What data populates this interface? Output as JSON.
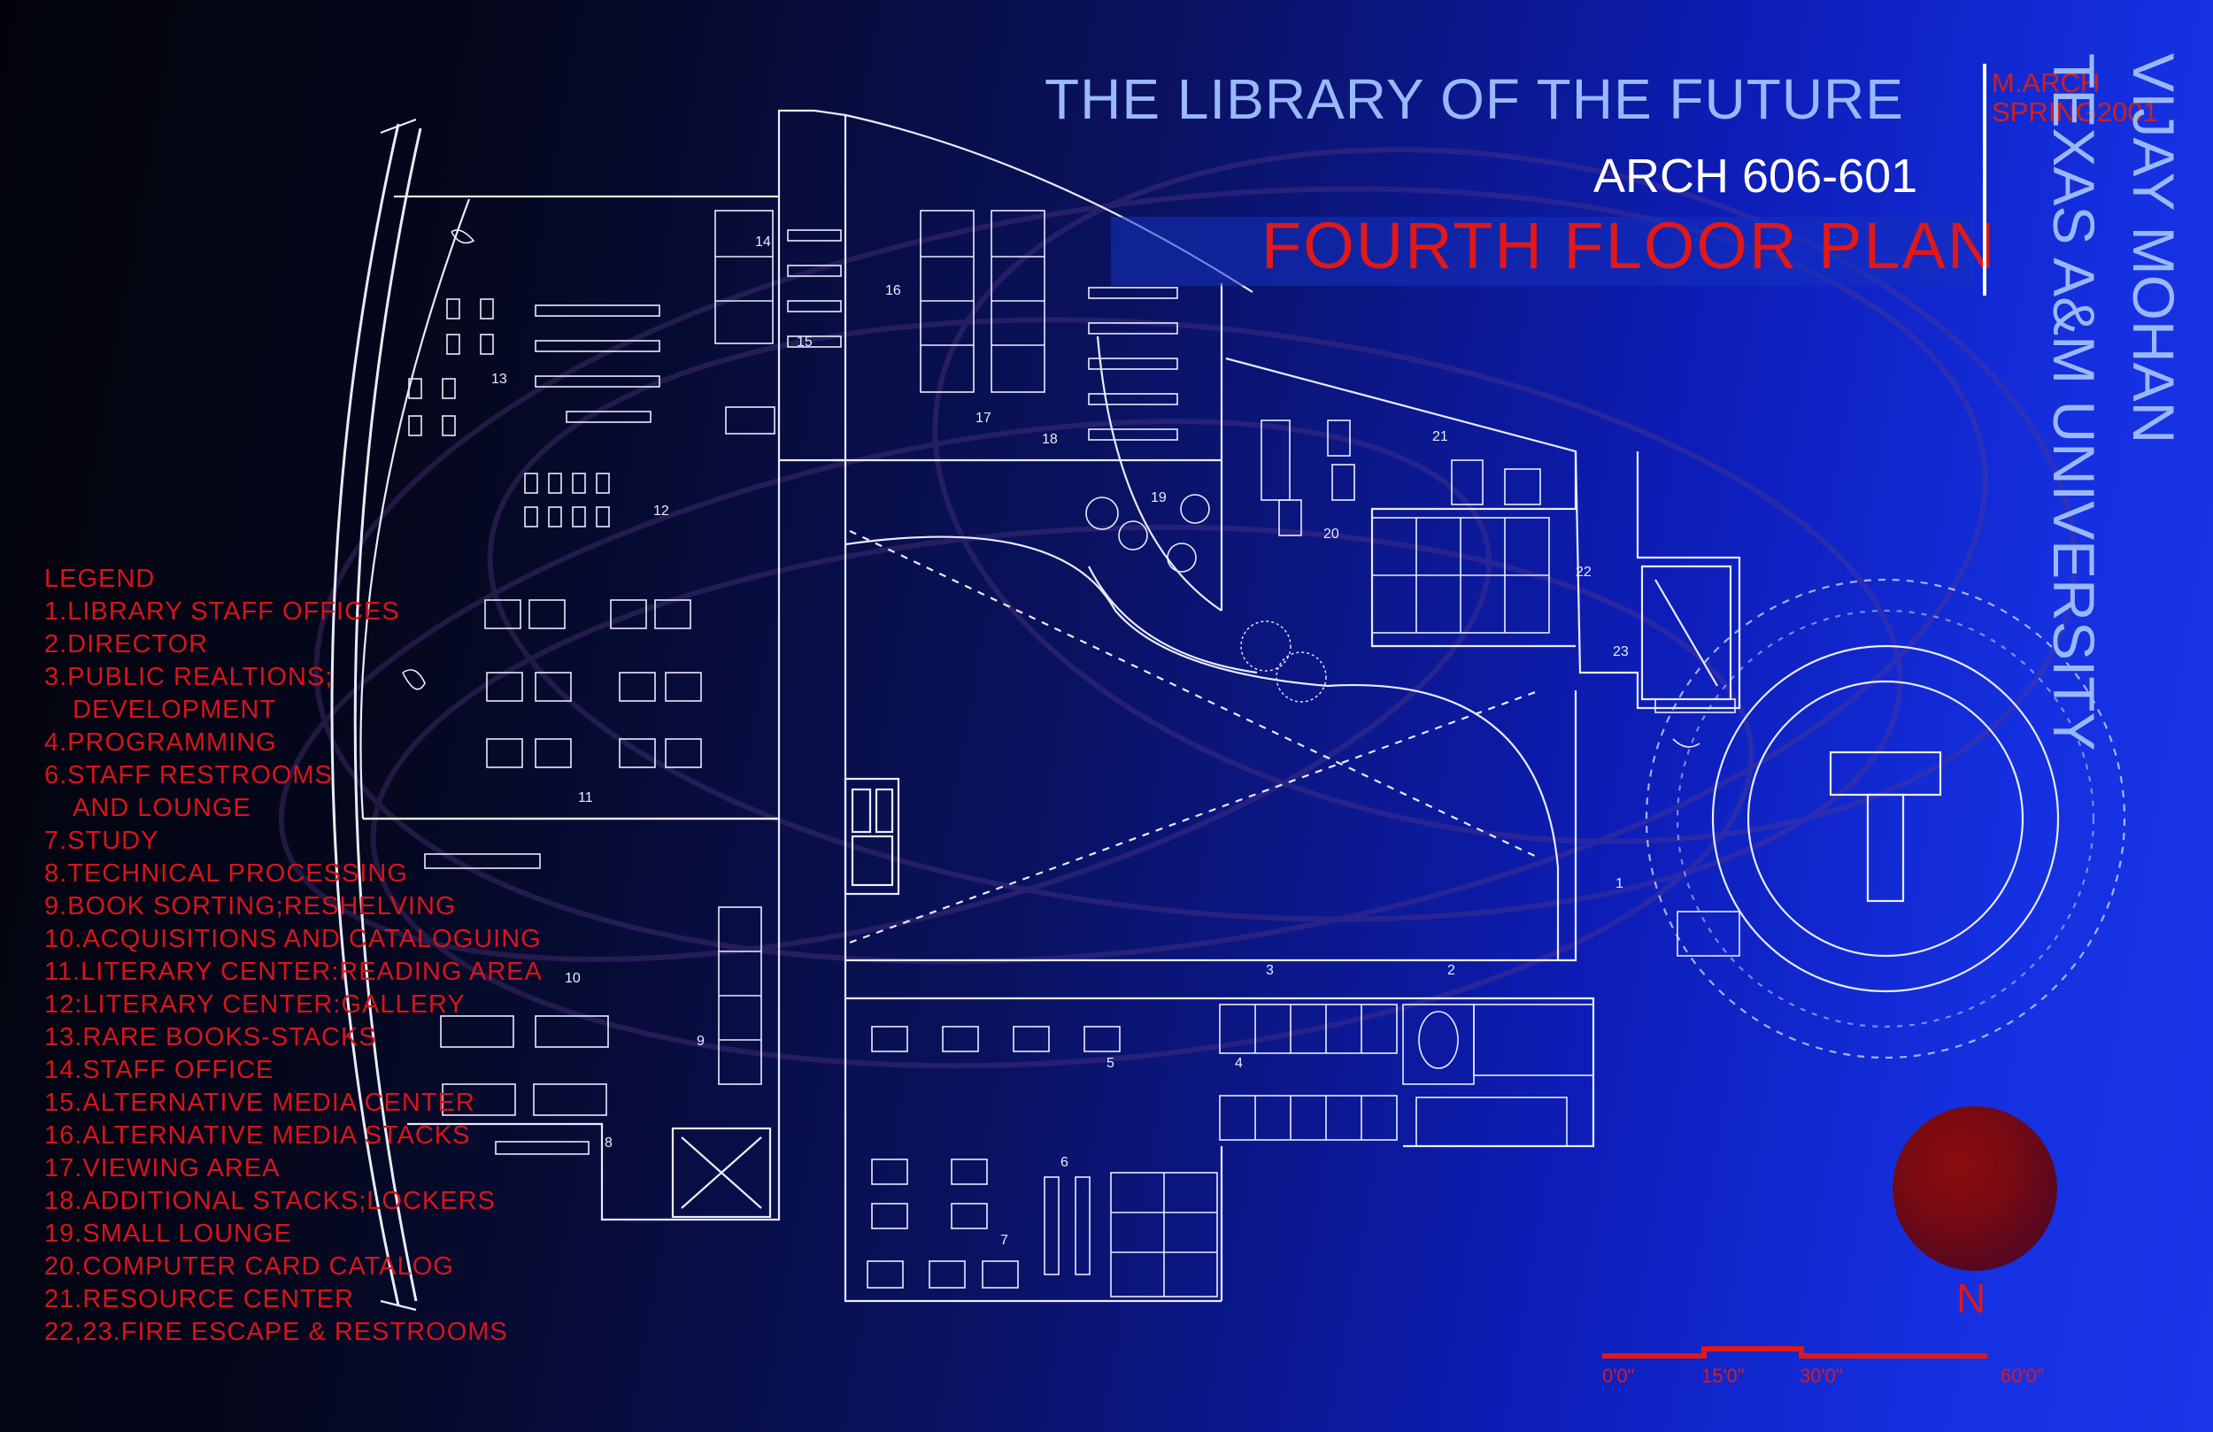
{
  "header": {
    "title": "THE LIBRARY OF THE FUTURE",
    "course": "ARCH 606-601",
    "plan_name": "FOURTH FLOOR PLAN",
    "degree": "M.ARCH",
    "semester": "SPRING2001",
    "author": "VIJAY MOHAN",
    "university": "TEXAS A&M UNIVERSITY"
  },
  "legend": {
    "heading": "LEGEND",
    "items": [
      "1.LIBRARY STAFF OFFICES",
      "2.DIRECTOR",
      "3.PUBLIC REALTIONS;",
      "DEVELOPMENT",
      "4.PROGRAMMING",
      "6.STAFF RESTROOMS",
      "AND LOUNGE",
      "7.STUDY",
      "8.TECHNICAL PROCESSING",
      "9.BOOK SORTING;RESHELVING",
      "10.ACQUISITIONS AND CATALOGUING",
      "11.LITERARY CENTER:READING AREA",
      "12:LITERARY CENTER:GALLERY",
      "13.RARE BOOKS-STACKS",
      "14.STAFF OFFICE",
      "15.ALTERNATIVE MEDIA CENTER",
      "16.ALTERNATIVE MEDIA STACKS",
      "17.VIEWING AREA",
      "18.ADDITIONAL STACKS;LOCKERS",
      "19.SMALL LOUNGE",
      "20.COMPUTER CARD CATALOG",
      "21.RESOURCE CENTER",
      "22,23.FIRE ESCAPE & RESTROOMS"
    ]
  },
  "rooms": [
    "1",
    "2",
    "3",
    "4",
    "5",
    "6",
    "7",
    "8",
    "9",
    "10",
    "11",
    "12",
    "13",
    "14",
    "15",
    "16",
    "17",
    "18",
    "19",
    "20",
    "21",
    "22",
    "23"
  ],
  "north_arrow": {
    "label": "N"
  },
  "scale_bar": {
    "ticks": [
      "0'0\"",
      "15'0\"",
      "30'0\"",
      "60'0\""
    ]
  },
  "colors": {
    "accent_red": "#e01818",
    "title_blue": "#9ab8ff",
    "line": "#e8ecff"
  }
}
